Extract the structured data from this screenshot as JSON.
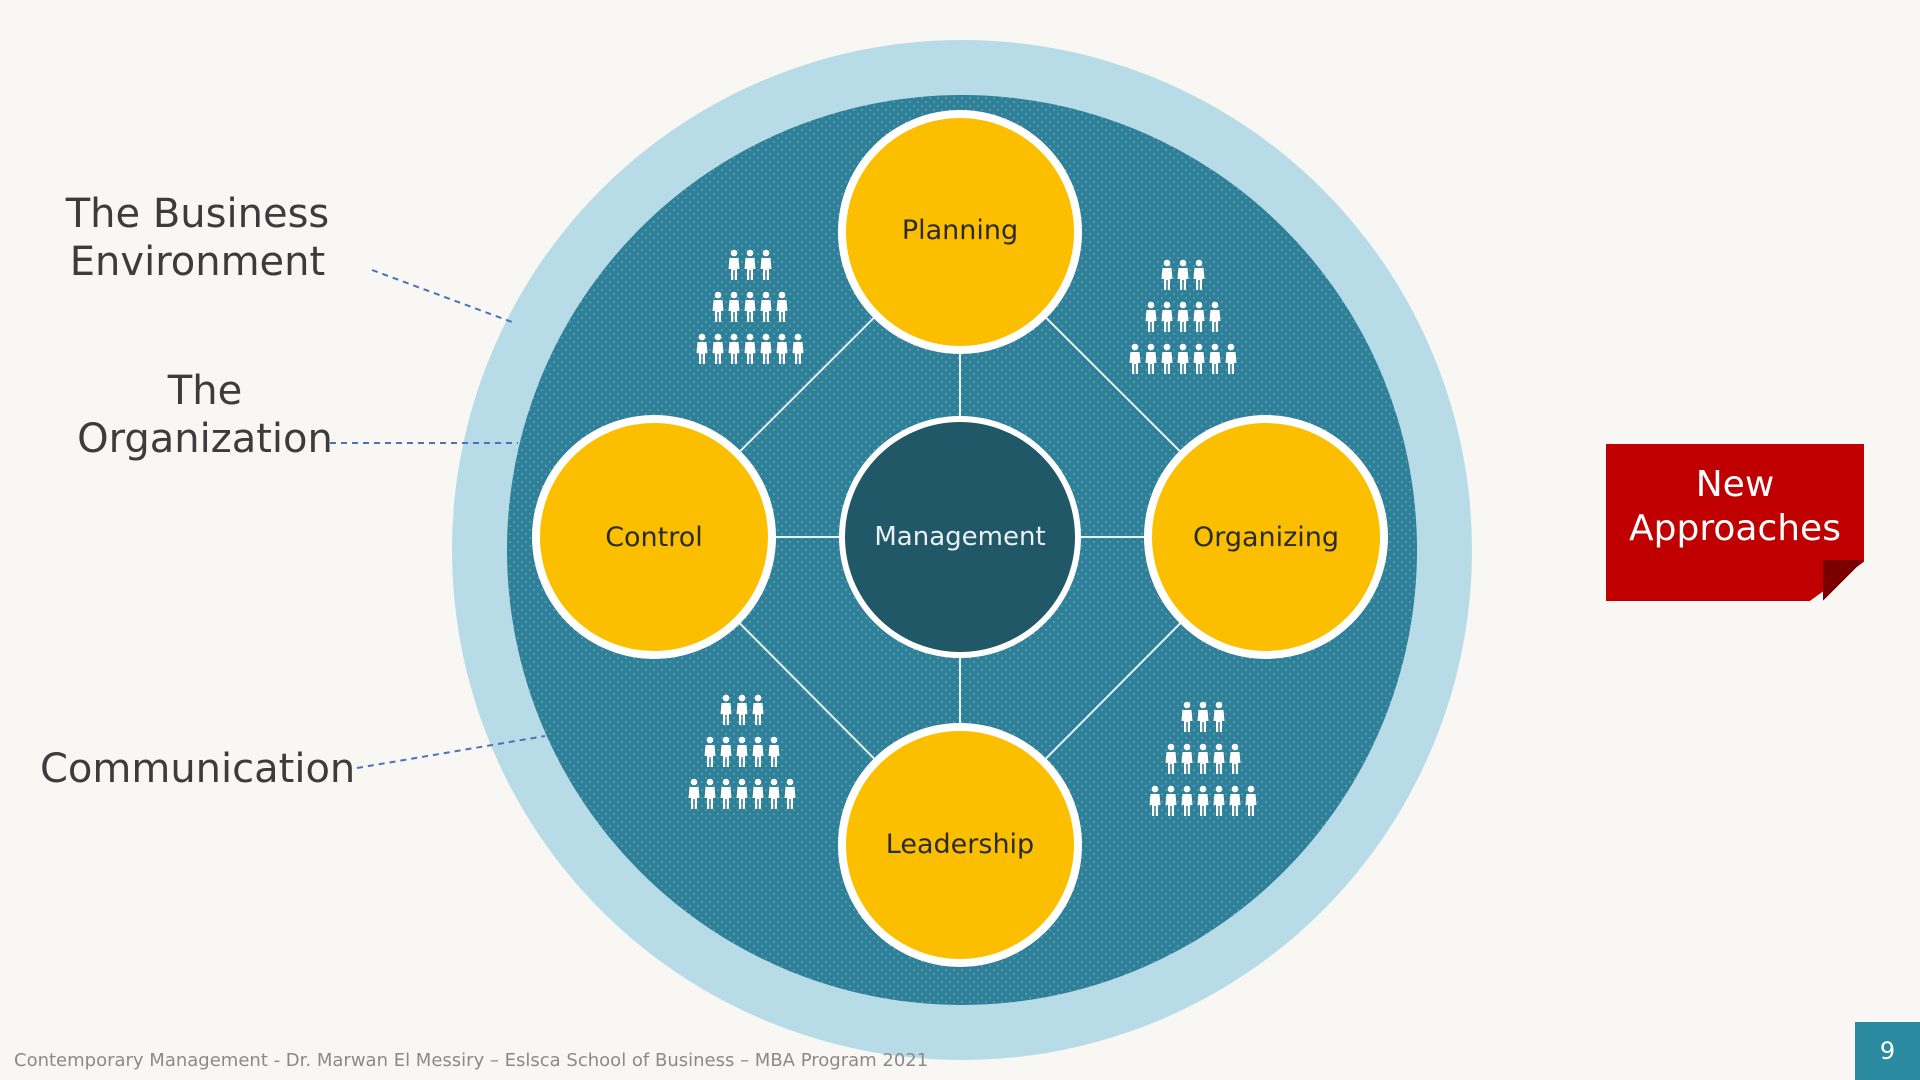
{
  "labels": {
    "business_environment": "The Business Environment",
    "organization": "The Organization",
    "communication": "Communication"
  },
  "nodes": {
    "planning": "Planning",
    "control": "Control",
    "management": "Management",
    "organizing": "Organizing",
    "leadership": "Leadership"
  },
  "note": {
    "text": "New Approaches"
  },
  "footer": "Contemporary Management - Dr. Marwan El Messiry – Eslsca School of Business – MBA Program 2021",
  "page_number": "9",
  "colors": {
    "outer_ring": "#b7dce7",
    "inner_disc": "#2e7f98",
    "function_circle": "#fcbf00",
    "management_circle": "#215868",
    "note": "#c00000",
    "dashed_line": "#4a72b8"
  },
  "icons": [
    "people-group-icon",
    "people-group-icon",
    "people-group-icon",
    "people-group-icon"
  ]
}
